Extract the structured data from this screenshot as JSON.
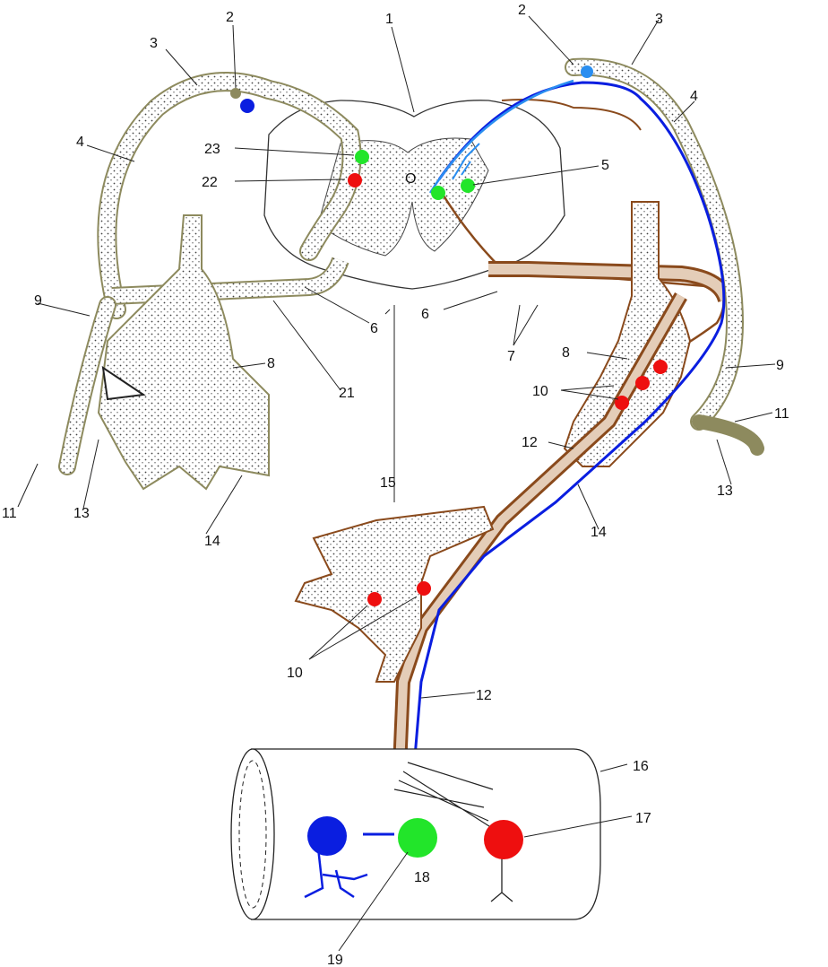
{
  "labels": {
    "n1": "1",
    "n2_left": "2",
    "n2_right": "2",
    "n3_left": "3",
    "n3_right": "3",
    "n4_left": "4",
    "n4_right": "4",
    "n5": "5",
    "n6_left": "6",
    "n6_right": "6",
    "n7": "7",
    "n8_left": "8",
    "n8_right": "8",
    "n9_left": "9",
    "n9_right": "9",
    "n10_right": "10",
    "n10_lower": "10",
    "n11_left": "11",
    "n11_right": "11",
    "n12_right": "12",
    "n12_lower": "12",
    "n13_left": "13",
    "n13_right": "13",
    "n14_left": "14",
    "n14_right": "14",
    "n15": "15",
    "n16": "16",
    "n17": "17",
    "n18": "18",
    "n19": "19",
    "n21": "21",
    "n22": "22",
    "n23": "23",
    "o_mark": "O"
  },
  "colors": {
    "olive": "#8d8a5e",
    "olive_fill": "#dcd9c4",
    "brown": "#8a4a1c",
    "brown_fill": "#e4cdb8",
    "blue": "#0a1ee0",
    "light_blue": "#2a8ef0",
    "red": "#ee0f0f",
    "green": "#22e52a",
    "outline": "#222222"
  }
}
